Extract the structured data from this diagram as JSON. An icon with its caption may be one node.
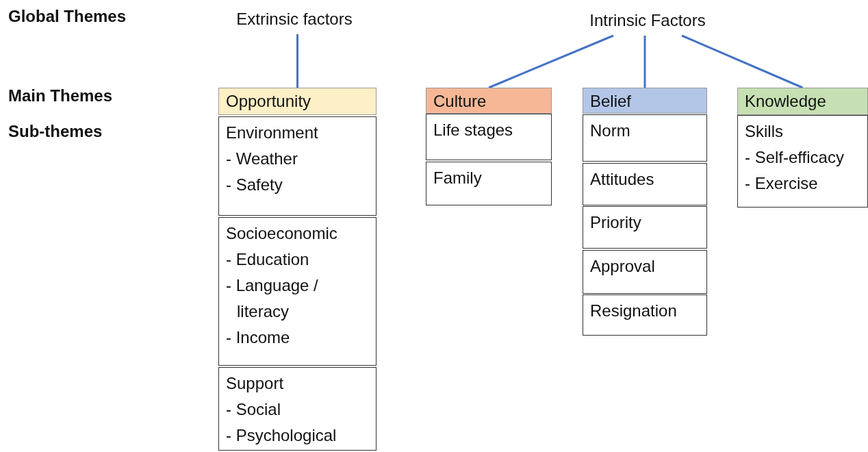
{
  "diagram": {
    "nodes": [
      {
        "text": [
          "Extrinsic factors"
        ]
      },
      {
        "text": [
          "Intrinsic Factors"
        ]
      },
      {
        "text": [
          "Opportunity"
        ]
      },
      {
        "text": [
          "Environment",
          "- Weather",
          "- Safety"
        ]
      },
      {
        "text": [
          "Socioeconomic",
          "- Education",
          "- Language / literacy",
          "- Income"
        ]
      },
      {
        "text": [
          "Support",
          "- Social",
          "- Psychological"
        ]
      },
      {
        "text": [
          "Culture"
        ]
      },
      {
        "text": [
          "Life stages"
        ]
      },
      {
        "text": [
          "Family"
        ]
      },
      {
        "text": [
          "Belief"
        ]
      },
      {
        "text": [
          "Norm"
        ]
      },
      {
        "text": [
          "Attitudes"
        ]
      },
      {
        "text": [
          "Priority"
        ]
      },
      {
        "text": [
          "Approval"
        ]
      },
      {
        "text": [
          "Resignation"
        ]
      },
      {
        "text": [
          "Knowledge"
        ]
      },
      {
        "text": [
          "Skills",
          "- Self-efficacy",
          "- Exercise"
        ]
      }
    ],
    "edges": [
      {
        "from": 0,
        "to": 2,
        "arrow": "none"
      },
      {
        "from": 1,
        "to": 6,
        "arrow": "none"
      },
      {
        "from": 1,
        "to": 9,
        "arrow": "none"
      },
      {
        "from": 1,
        "to": 15,
        "arrow": "none"
      }
    ],
    "labels": [
      "Global Themes",
      "Main Themes",
      "Sub-themes"
    ]
  }
}
